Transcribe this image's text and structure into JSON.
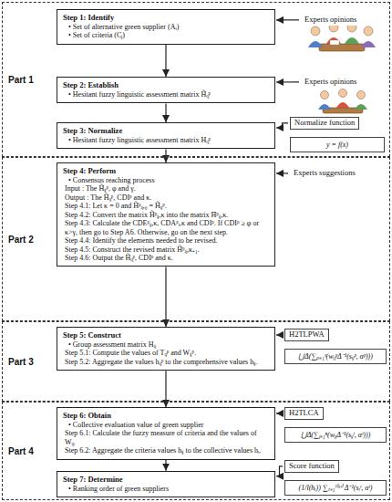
{
  "diagram": {
    "nodes": [
      {
        "text": [
          "Part 1"
        ]
      },
      {
        "text": [
          "Step 1: Identify",
          "• Set of alternative green supplier (Aᵢ)",
          "• Set of criteria (Cⱼ)"
        ],
        "in": 0
      },
      {
        "text": [
          "Experts opinions"
        ],
        "in": 0
      },
      {
        "text": [
          "Step 2: Establish",
          "• Hesitant fuzzy linguistic assessment matrix H̃ᵢⱼᵖ"
        ],
        "in": 0
      },
      {
        "text": [
          "Experts opinions"
        ],
        "in": 0
      },
      {
        "text": [
          "Step 3: Normalize",
          "• Hesitant fuzzy linguistic assessment matrix Hᵢⱼᵖ"
        ],
        "in": 0
      },
      {
        "text": [
          "Normalize function",
          "y = f(x)"
        ],
        "in": 0
      },
      {
        "text": [
          "Part 2"
        ]
      },
      {
        "text": [
          "Step 4: Perform",
          "• Consensus reaching process",
          "Input : The H̃ᵢⱼᵖ, φ and γ.",
          "Output : The H̃ᵢⱼᵖ, CDIᵖ and κ.",
          "Step 4.1: Let κ = 0 and H̃ᵖᵢⱼ,₀ = H̃ᵢⱼᵖ.",
          "Step 4.2: Convert the matrix H̃ᵖᵢⱼ,κ into the matrix H̄ᵖᵢⱼ,κ.",
          "Step 4.3: Calculate the CDEᵖᵢⱼ,κ, CDAᵖᵢ,κ and CDIᵖ. If CDIᵖ ≥ φ or κ>γ, then go to Step A6. Otherwise, go on the next step.",
          "Step 4.4: Identify the elements needed to be revised.",
          "Step 4.5: Construct the revised matrix H̃ᵖᵢⱼ,κ₊₁.",
          "Step 4.6: Output the H̃ᵢⱼᵖ, CDIᵖ and κ."
        ],
        "in": 7
      },
      {
        "text": [
          "Experts suggestions"
        ],
        "in": 7
      },
      {
        "text": [
          "Part 3"
        ]
      },
      {
        "text": [
          "Step 5: Construct",
          "• Group assessment matrix Hᵢⱼ",
          "Step 5.1: Compute the values of Tᵢⱼᵖ and Wᵢⱼᵖ.",
          "Step 5.2: Aggregate the values hᵢⱼᵖ to the comprehensive values hᵢⱼ."
        ],
        "in": 10
      },
      {
        "text": [
          "H2TLPWA",
          "⋃Δ(∑ₚ₌₁ˢ(wᵢⱼᵖΔ⁻¹(sᵢⱼᵖ, αᵖ)))"
        ],
        "in": 10
      },
      {
        "text": [
          "Part 4"
        ]
      },
      {
        "text": [
          "Step 6: Obtain",
          "• Collective evaluation value of green supplier",
          "Step 6.1: Calculate the fuzzy measure of criteria and the values of Wᵢⱼ.",
          "Step 6.2: Aggregate the criteria values hᵢⱼ to the collective values hᵢ."
        ],
        "in": 13
      },
      {
        "text": [
          "H2TLCA",
          "⋃Δ(∑ⱼ₌₁ⁿ(wᵢⱼΔ⁻¹(sᵢⱼᵗ, αᵗ)))"
        ],
        "in": 13
      },
      {
        "text": [
          "Step 7: Determine",
          "• Ranking order of green suppliers"
        ],
        "in": 13
      },
      {
        "text": [
          "Score function",
          "(1/l(hᵢ)) ∑ₜ₌₁ˡ⁽ʰⁱ⁾ Δ⁻¹(sᵢᵗ, αᵗ)"
        ],
        "in": 13
      }
    ],
    "edges": [
      {
        "from": 1,
        "to": 3,
        "arrow": "to"
      },
      {
        "from": 3,
        "to": 5,
        "arrow": "to"
      },
      {
        "from": 5,
        "to": 8,
        "arrow": "to"
      },
      {
        "from": 8,
        "to": 11,
        "arrow": "to"
      },
      {
        "from": 11,
        "to": 14,
        "arrow": "to"
      },
      {
        "from": 14,
        "to": 16,
        "arrow": "to"
      },
      {
        "from": 2,
        "to": 1,
        "arrow": "to"
      },
      {
        "from": 4,
        "to": 3,
        "arrow": "to"
      },
      {
        "from": 6,
        "to": 5,
        "arrow": "to"
      },
      {
        "from": 9,
        "to": 8,
        "arrow": "to"
      },
      {
        "from": 12,
        "to": 11,
        "arrow": "to"
      },
      {
        "from": 15,
        "to": 14,
        "arrow": "to"
      },
      {
        "from": 17,
        "to": 16,
        "arrow": "to"
      }
    ]
  }
}
